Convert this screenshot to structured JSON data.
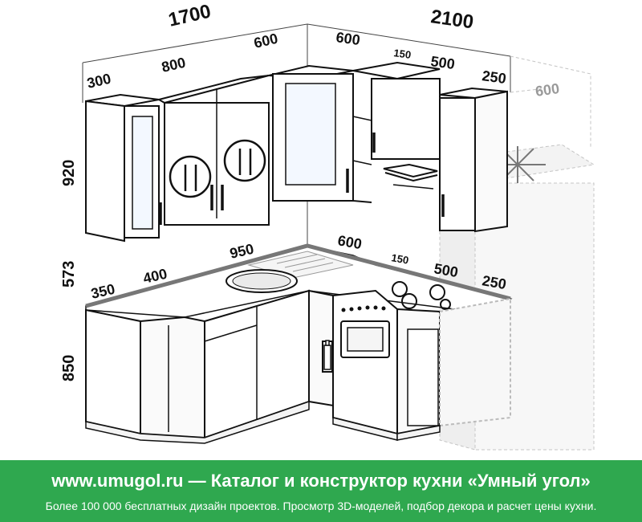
{
  "dimensions": {
    "top_left_total": "1700",
    "top_right_total": "2100",
    "upper_300": "300",
    "upper_800": "800",
    "upper_600_left": "600",
    "upper_600_right": "600",
    "upper_150": "150",
    "upper_500": "500",
    "upper_250": "250",
    "fridge_600": "600",
    "height_upper": "920",
    "height_gap": "573",
    "height_lower": "850",
    "counter_350": "350",
    "counter_400": "400",
    "counter_950": "950",
    "counter_600": "600",
    "counter_150": "150",
    "counter_500": "500",
    "counter_250": "250"
  },
  "icons": [
    "fork-knife-plate-icon",
    "snowflake-icon",
    "sink",
    "cooktop-burners",
    "oven",
    "range-hood",
    "bottle"
  ],
  "colors": {
    "footer_bg": "#2fa84f",
    "footer_text": "#ffffff",
    "outline": "#111111",
    "ghost": "#bdbdbd"
  },
  "footer": {
    "title": "www.umugol.ru — Каталог и конструктор кухни «Умный угол»",
    "subtitle": "Более 100 000 бесплатных дизайн проектов. Просмотр 3D-моделей, подбор декора и расчет цены кухни."
  }
}
